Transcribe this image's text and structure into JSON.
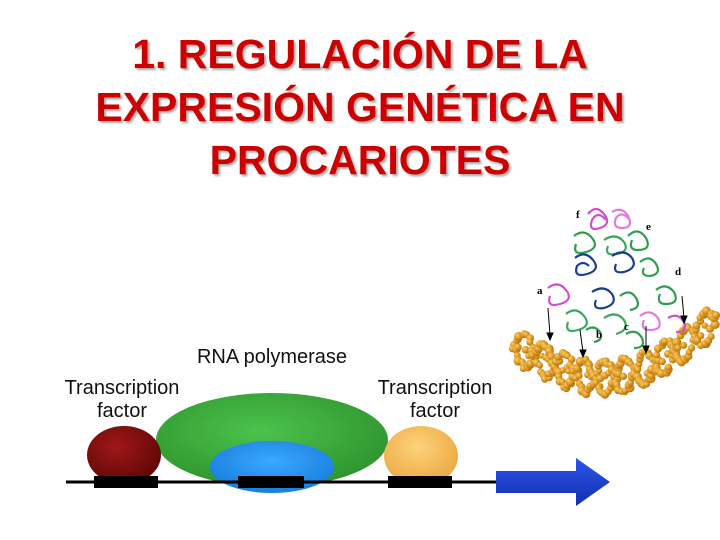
{
  "title": {
    "line1": "1. REGULACIÓN DE LA",
    "line2": "EXPRESIÓN GENÉTICA EN",
    "line3": "PROCARIOTES"
  },
  "diagram": {
    "rna_polymerase_label": "RNA polymerase",
    "tf_left_line1": "Transcription",
    "tf_left_line2": "factor",
    "tf_right_line1": "Transcription",
    "tf_right_line2": "factor"
  },
  "molecule": {
    "subunit_labels": [
      "f",
      "e",
      "d",
      "a",
      "b",
      "c"
    ]
  },
  "colors": {
    "title": "#cc0000",
    "tf_left": "#7a0a0a",
    "polymerase": "#3aa83a",
    "polymerase_inner": "#1e90ff",
    "tf_right": "#f5c060",
    "arrow": "#1f3fd0",
    "dna_line": "#000000",
    "dna_helix": "#e09a1a"
  }
}
